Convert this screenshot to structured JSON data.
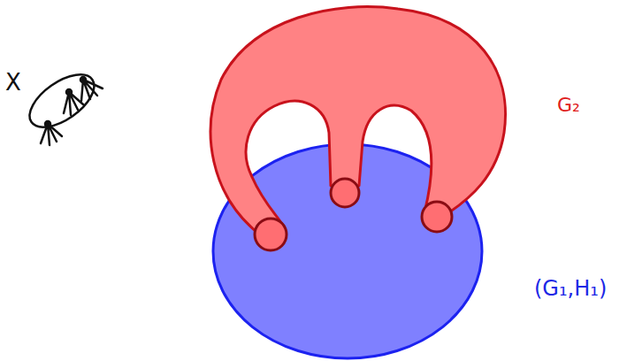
{
  "diagram": {
    "labels": [
      "X",
      "G₂",
      "(G₁,H₁)"
    ]
  }
}
